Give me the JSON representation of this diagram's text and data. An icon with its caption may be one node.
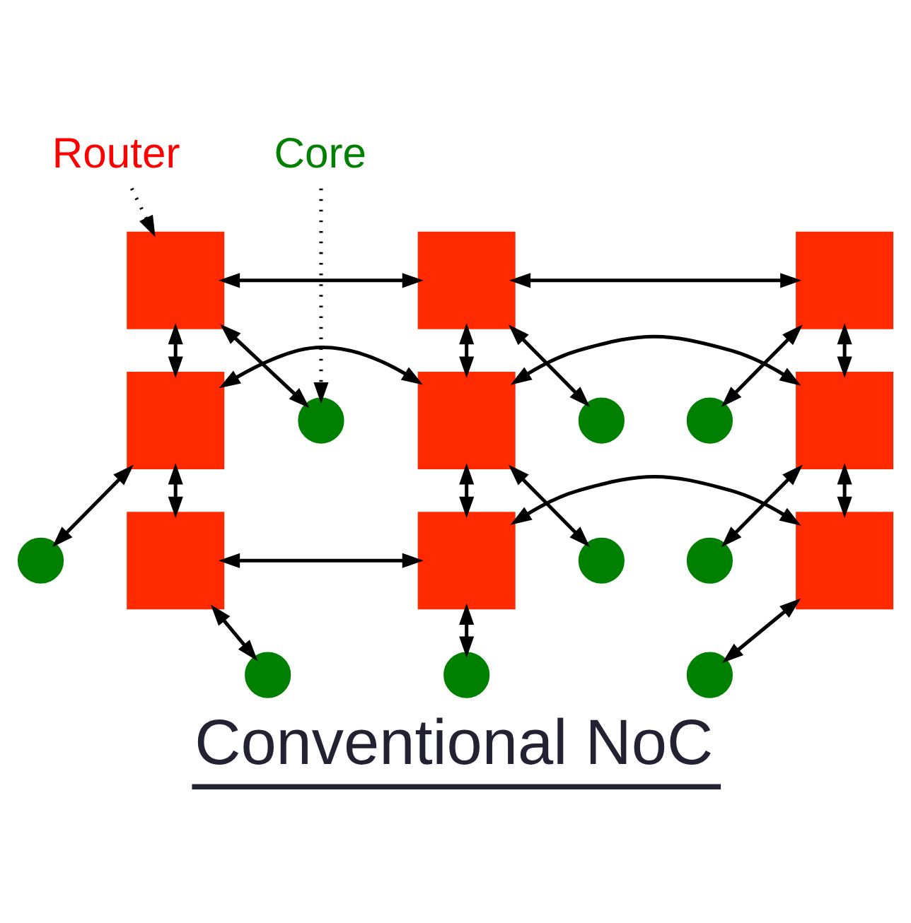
{
  "diagram": {
    "caption": "Conventional NoC",
    "nodes": [
      {
        "text": [
          "Router"
        ]
      },
      {
        "text": [
          "Core"
        ]
      },
      {
        "text": [],
        "shape": "box"
      },
      {
        "text": [],
        "shape": "circle"
      },
      {
        "text": [],
        "shape": "box"
      },
      {
        "text": [],
        "shape": "circle"
      },
      {
        "text": [],
        "shape": "box"
      },
      {
        "text": [],
        "shape": "circle"
      },
      {
        "text": [],
        "shape": "box"
      },
      {
        "text": [],
        "shape": "circle"
      },
      {
        "text": [],
        "shape": "box"
      },
      {
        "text": [],
        "shape": "circle"
      },
      {
        "text": [],
        "shape": "box"
      },
      {
        "text": [],
        "shape": "circle"
      },
      {
        "text": [],
        "shape": "box"
      },
      {
        "text": [],
        "shape": "circle"
      },
      {
        "text": [],
        "shape": "box"
      },
      {
        "text": [],
        "shape": "circle"
      },
      {
        "text": [],
        "shape": "box"
      },
      {
        "text": [],
        "shape": "circle"
      }
    ],
    "edges": [
      {
        "from": 0,
        "to": 2,
        "arrow": "to",
        "style": "dashed"
      },
      {
        "from": 1,
        "to": 3,
        "arrow": "to",
        "style": "dashed"
      },
      {
        "from": 2,
        "to": 4,
        "arrow": "both"
      },
      {
        "from": 4,
        "to": 6,
        "arrow": "both"
      },
      {
        "from": 8,
        "to": 10,
        "arrow": "both"
      },
      {
        "from": 10,
        "to": 12,
        "arrow": "both"
      },
      {
        "from": 14,
        "to": 16,
        "arrow": "both"
      },
      {
        "from": 16,
        "to": 18,
        "arrow": "both"
      },
      {
        "from": 2,
        "to": 8,
        "arrow": "both"
      },
      {
        "from": 8,
        "to": 14,
        "arrow": "both"
      },
      {
        "from": 4,
        "to": 10,
        "arrow": "both"
      },
      {
        "from": 10,
        "to": 16,
        "arrow": "both"
      },
      {
        "from": 6,
        "to": 12,
        "arrow": "both"
      },
      {
        "from": 12,
        "to": 18,
        "arrow": "both"
      },
      {
        "from": 2,
        "to": 3,
        "arrow": "both"
      },
      {
        "from": 4,
        "to": 5,
        "arrow": "both"
      },
      {
        "from": 6,
        "to": 7,
        "arrow": "both"
      },
      {
        "from": 8,
        "to": 9,
        "arrow": "both"
      },
      {
        "from": 10,
        "to": 11,
        "arrow": "both"
      },
      {
        "from": 12,
        "to": 13,
        "arrow": "both"
      },
      {
        "from": 14,
        "to": 15,
        "arrow": "both"
      },
      {
        "from": 16,
        "to": 17,
        "arrow": "both"
      },
      {
        "from": 18,
        "to": 19,
        "arrow": "both"
      }
    ]
  }
}
